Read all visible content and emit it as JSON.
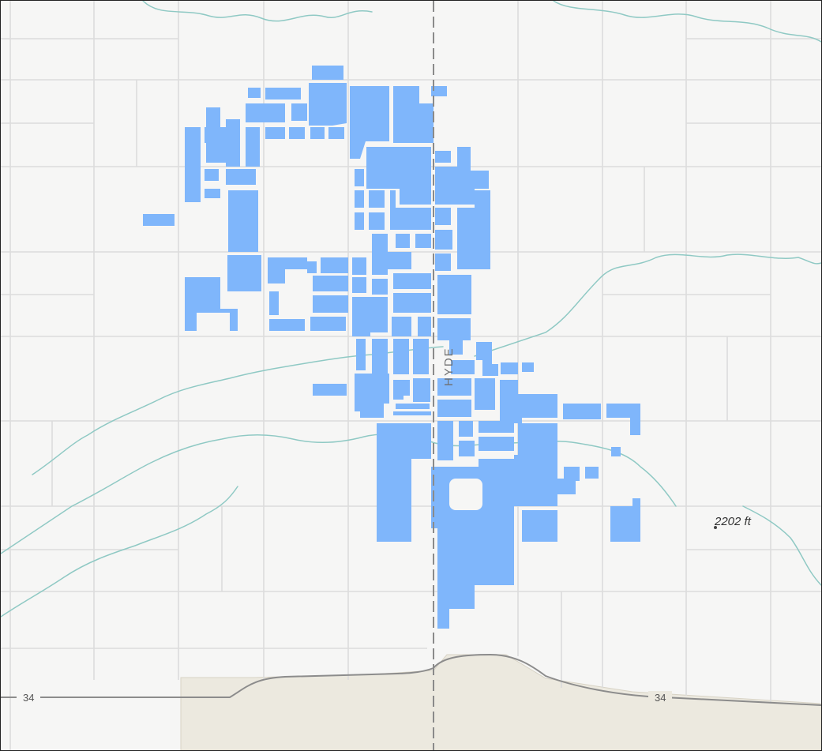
{
  "map": {
    "county_label": "HYDE",
    "elevation_label": "2202 ft",
    "highway_label_west": "34",
    "highway_label_east": "34",
    "colors": {
      "land": "#f6f6f5",
      "road": "#dcdcdc",
      "stream": "#8fc9c4",
      "parcel": "#7fb6fb",
      "boundary": "#8a8a8a",
      "reservation": "#ece9df",
      "highway": "#8c8c8c"
    },
    "icons": [
      "elevation-point-icon"
    ]
  }
}
